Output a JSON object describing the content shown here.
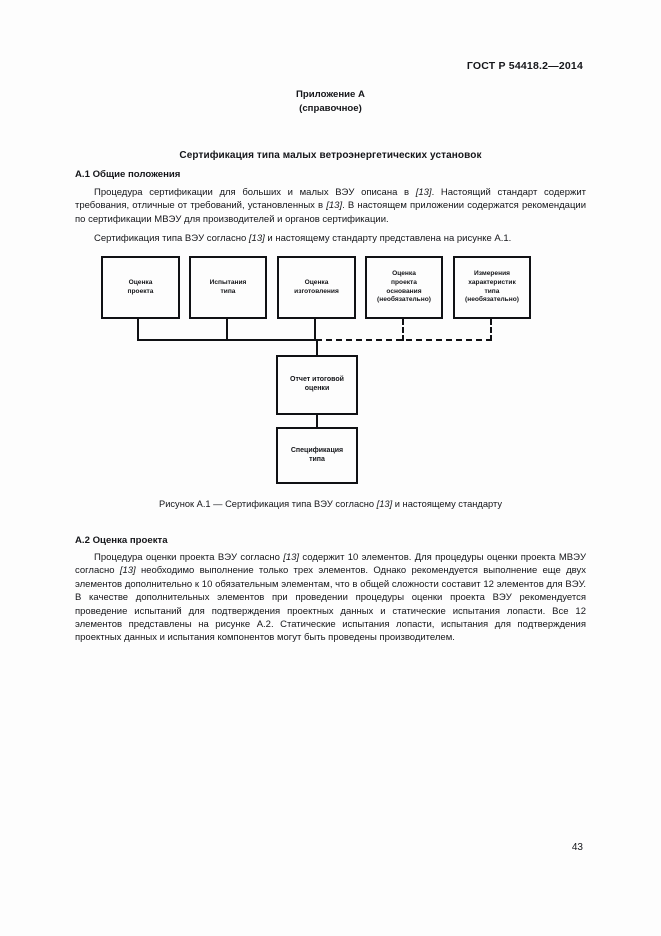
{
  "document": {
    "running_head": "ГОСТ Р 54418.2—2014",
    "annex_label": "Приложение А",
    "annex_kind": "(справочное)",
    "section_title": "Сертификация типа малых ветроэнергетических установок",
    "page_number": "43"
  },
  "sections": [
    {
      "heading": "А.1 Общие положения",
      "paragraphs": [
        "Процедура сертификации для больших и малых ВЭУ описана в [13]. Настоящий стандарт содержит требования, отличные от требований, установленных в [13]. В настоящем приложении содержатся рекомендации по сертификации МВЭУ для производителей и органов сертификации.",
        "Сертификация типа ВЭУ согласно [13] и настоящему стандарту представлена на рисунке А.1."
      ]
    },
    {
      "heading": "А.2 Оценка проекта",
      "paragraphs": [
        "Процедура оценки проекта ВЭУ согласно [13] содержит 10 элементов. Для процедуры оценки проекта МВЭУ согласно [13] необходимо выполнение только трех элементов. Однако рекомендуется выполнение еще двух элементов дополнительно к 10 обязательным элементам, что в общей сложности составит 12 элементов для ВЭУ. В качестве дополнительных элементов при проведении процедуры оценки проекта ВЭУ рекомендуется проведение испытаний для подтверждения проектных данных и статические испытания лопасти. Все 12 элементов представлены на рисунке А.2. Статические испытания лопасти, испытания для подтверждения проектных данных и испытания компонентов могут быть проведены производителем."
      ]
    }
  ],
  "figure": {
    "caption_prefix": "Рисунок А.1 —",
    "caption_text": "Сертификация типа ВЭУ согласно",
    "caption_ref": "[13]",
    "caption_tail": "и настоящему стандарту",
    "nodes": [
      {
        "id": "design-assessment",
        "lines": [
          "Оценка",
          "проекта"
        ]
      },
      {
        "id": "type-testing",
        "lines": [
          "Испытания",
          "типа"
        ]
      },
      {
        "id": "manufacturing-evaluation",
        "lines": [
          "Оценка",
          "изготовления"
        ]
      },
      {
        "id": "foundation-design",
        "lines": [
          "Оценка",
          "проекта",
          "основания",
          "(необязательно)"
        ]
      },
      {
        "id": "type-characteristics",
        "lines": [
          "Измерения",
          "характеристик",
          "типа",
          "(необязательно)"
        ]
      },
      {
        "id": "final-evaluation-report",
        "lines": [
          "Отчет итоговой",
          "оценки"
        ]
      },
      {
        "id": "type-specification",
        "lines": [
          "Спецификация",
          "типа"
        ]
      }
    ]
  }
}
